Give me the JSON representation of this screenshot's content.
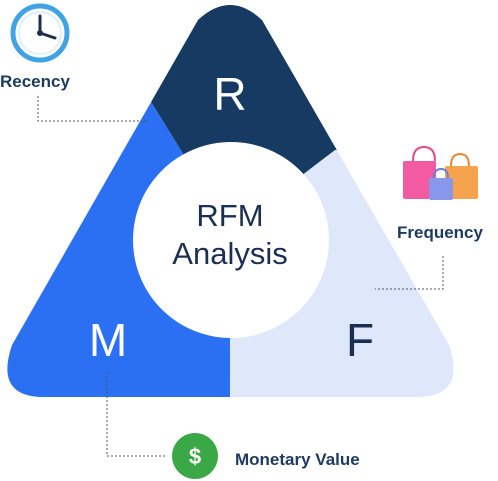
{
  "segments": {
    "recency_letter": "R",
    "frequency_letter": "F",
    "monetary_letter": "M"
  },
  "center": {
    "line1": "RFM",
    "line2": "Analysis"
  },
  "labels": {
    "recency": "Recency",
    "frequency": "Frequency",
    "monetary": "Monetary Value"
  },
  "icons": {
    "recency": "clock-icon",
    "frequency": "shopping-bags-icon",
    "monetary": "dollar-coin-icon",
    "dollar_symbol": "$"
  },
  "colors": {
    "recency_segment": "#163a62",
    "monetary_segment": "#2b6ff2",
    "frequency_segment": "#dfe8fb",
    "center_circle": "#ffffff",
    "text_dark": "#1d3a5f",
    "dollar_coin": "#3aa847",
    "clock": "#3ea4e6"
  }
}
